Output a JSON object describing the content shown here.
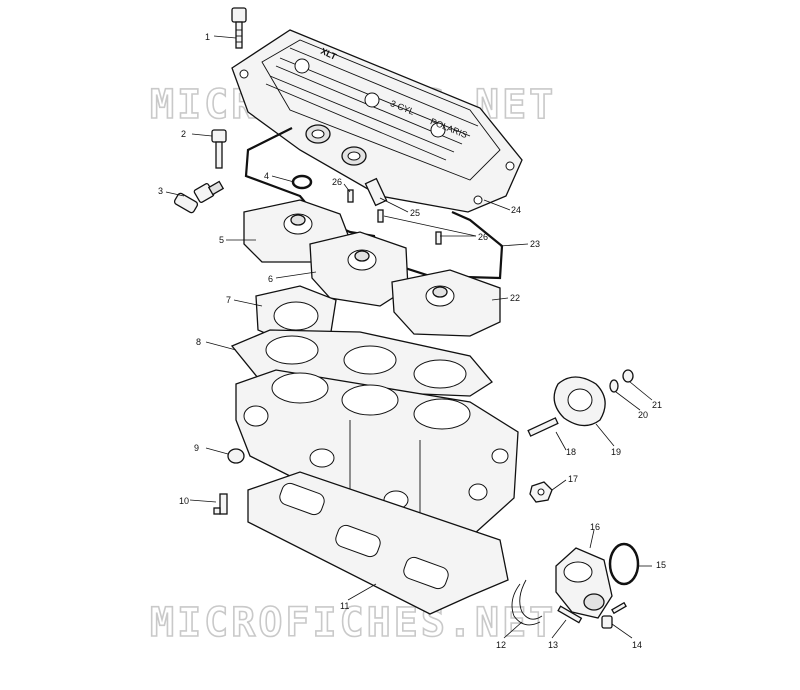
{
  "watermark": {
    "text": "MICROFICHES.NET"
  },
  "cover_text": {
    "brand": "XLT",
    "plate_left": "3 CYL",
    "plate_right": "POLARIS"
  },
  "callouts": [
    {
      "id": "c1",
      "label": "1"
    },
    {
      "id": "c2",
      "label": "2"
    },
    {
      "id": "c3",
      "label": "3"
    },
    {
      "id": "c4",
      "label": "4"
    },
    {
      "id": "c5",
      "label": "5"
    },
    {
      "id": "c6",
      "label": "6"
    },
    {
      "id": "c7",
      "label": "7"
    },
    {
      "id": "c8",
      "label": "8"
    },
    {
      "id": "c9",
      "label": "9"
    },
    {
      "id": "c10",
      "label": "10"
    },
    {
      "id": "c11",
      "label": "11"
    },
    {
      "id": "c12",
      "label": "12"
    },
    {
      "id": "c13",
      "label": "13"
    },
    {
      "id": "c14",
      "label": "14"
    },
    {
      "id": "c15",
      "label": "15"
    },
    {
      "id": "c16",
      "label": "16"
    },
    {
      "id": "c17",
      "label": "17"
    },
    {
      "id": "c18",
      "label": "18"
    },
    {
      "id": "c19",
      "label": "19"
    },
    {
      "id": "c20",
      "label": "20"
    },
    {
      "id": "c21",
      "label": "21"
    },
    {
      "id": "c22",
      "label": "22"
    },
    {
      "id": "c23",
      "label": "23"
    },
    {
      "id": "c24",
      "label": "24"
    },
    {
      "id": "c25",
      "label": "25"
    },
    {
      "id": "c26a",
      "label": "26"
    },
    {
      "id": "c26b",
      "label": "26"
    }
  ],
  "colors": {
    "line": "#111111",
    "fill": "#f4f4f4",
    "watermark_outline": "#c9c9c9"
  }
}
